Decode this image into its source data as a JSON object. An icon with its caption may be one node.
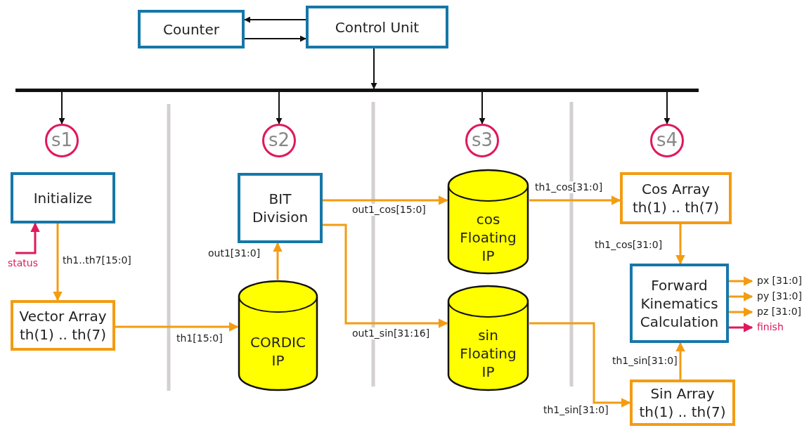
{
  "diagram": {
    "nodes": [
      {
        "text": [
          "Counter"
        ]
      },
      {
        "text": [
          "Control Unit"
        ]
      },
      {
        "text": [],
        "shape": "bar"
      },
      {
        "text": [
          "s1"
        ]
      },
      {
        "text": [
          "s2"
        ]
      },
      {
        "text": [
          "s3"
        ]
      },
      {
        "text": [
          "s4"
        ]
      },
      {
        "text": [
          "Initialize"
        ]
      },
      {
        "text": [
          "Vector Array",
          "th(1) .. th(7)"
        ]
      },
      {
        "text": [
          "BIT Division"
        ]
      },
      {
        "text": [
          "CORDIC IP"
        ]
      },
      {
        "text": [
          "cos Floating IP"
        ]
      },
      {
        "text": [
          "sin Floating IP"
        ]
      },
      {
        "text": [
          "Cos Array",
          "th(1) .. th(7)"
        ]
      },
      {
        "text": [
          "Forward Kinematics Calculation"
        ]
      },
      {
        "text": [
          "Sin Array",
          "th(1) .. th(7)"
        ]
      }
    ],
    "edges": [
      {
        "from": 1,
        "to": 0,
        "arrow": "to",
        "color": "#111111"
      },
      {
        "from": 0,
        "to": 1,
        "arrow": "to",
        "color": "#111111"
      },
      {
        "from": 1,
        "to": 2,
        "arrow": "to",
        "color": "#111111"
      },
      {
        "from": 2,
        "to": 3,
        "arrow": "to",
        "color": "#111111"
      },
      {
        "from": 2,
        "to": 4,
        "arrow": "to",
        "color": "#111111"
      },
      {
        "from": 2,
        "to": 5,
        "arrow": "to",
        "color": "#111111"
      },
      {
        "from": 2,
        "to": 6,
        "arrow": "to",
        "color": "#111111"
      },
      {
        "from": null,
        "to": 7,
        "arrow": "to",
        "label": "status",
        "color": "#e0195a"
      },
      {
        "from": 7,
        "to": 8,
        "arrow": "to",
        "label": "th1..th7[15:0]"
      },
      {
        "from": 8,
        "to": 10,
        "arrow": "to",
        "label": "th1[15:0]"
      },
      {
        "from": 10,
        "to": 9,
        "arrow": "to",
        "label": "out1[31:0]"
      },
      {
        "from": 9,
        "to": 11,
        "arrow": "to",
        "label": "out1_cos[15:0]"
      },
      {
        "from": 9,
        "to": 12,
        "arrow": "to",
        "label": "out1_sin[31:16]"
      },
      {
        "from": 11,
        "to": 13,
        "arrow": "to",
        "label": "th1_cos[31:0]"
      },
      {
        "from": 13,
        "to": 14,
        "arrow": "to",
        "label": "th1_cos[31:0]"
      },
      {
        "from": 12,
        "to": 15,
        "arrow": "to",
        "label": "th1_sin[31:0]"
      },
      {
        "from": 15,
        "to": 14,
        "arrow": "to",
        "label": "th1_sin[31:0]"
      },
      {
        "from": 14,
        "to": null,
        "arrow": "to",
        "label": "px [31:0]"
      },
      {
        "from": 14,
        "to": null,
        "arrow": "to",
        "label": "py [31:0]"
      },
      {
        "from": 14,
        "to": null,
        "arrow": "to",
        "label": "pz [31:0]"
      },
      {
        "from": 14,
        "to": null,
        "arrow": "to",
        "label": "finish",
        "color": "#e0195a"
      }
    ]
  }
}
